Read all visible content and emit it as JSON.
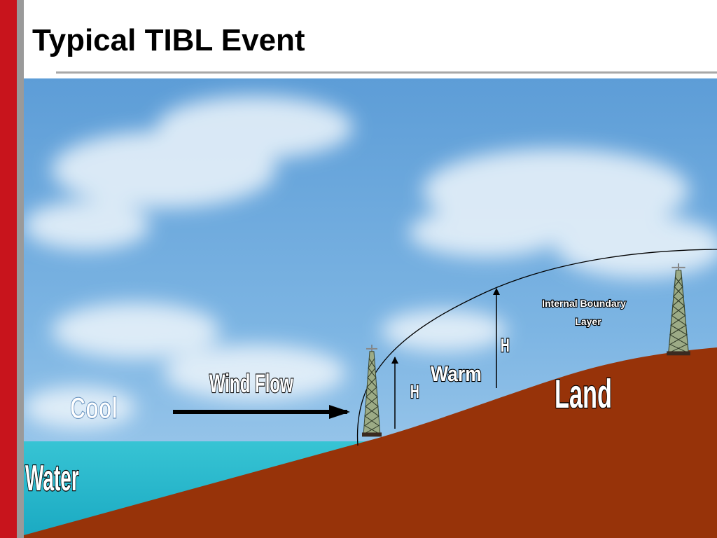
{
  "slide": {
    "title": "Typical TIBL Event"
  },
  "diagram": {
    "labels": {
      "cool": "Cool",
      "water": "Water",
      "wind_flow": "Wind Flow",
      "warm": "Warm",
      "land": "Land",
      "height_left": "H",
      "height_right": "H",
      "ibl_line1": "Internal Boundary",
      "ibl_line2": "Layer"
    },
    "colors": {
      "sky_top": "#5a9bd6",
      "sky_bottom": "#a4cdee",
      "water": "#31c1d0",
      "land": "#973309",
      "accent_red": "#c8141c"
    },
    "icons": [
      "tower-icon"
    ]
  }
}
